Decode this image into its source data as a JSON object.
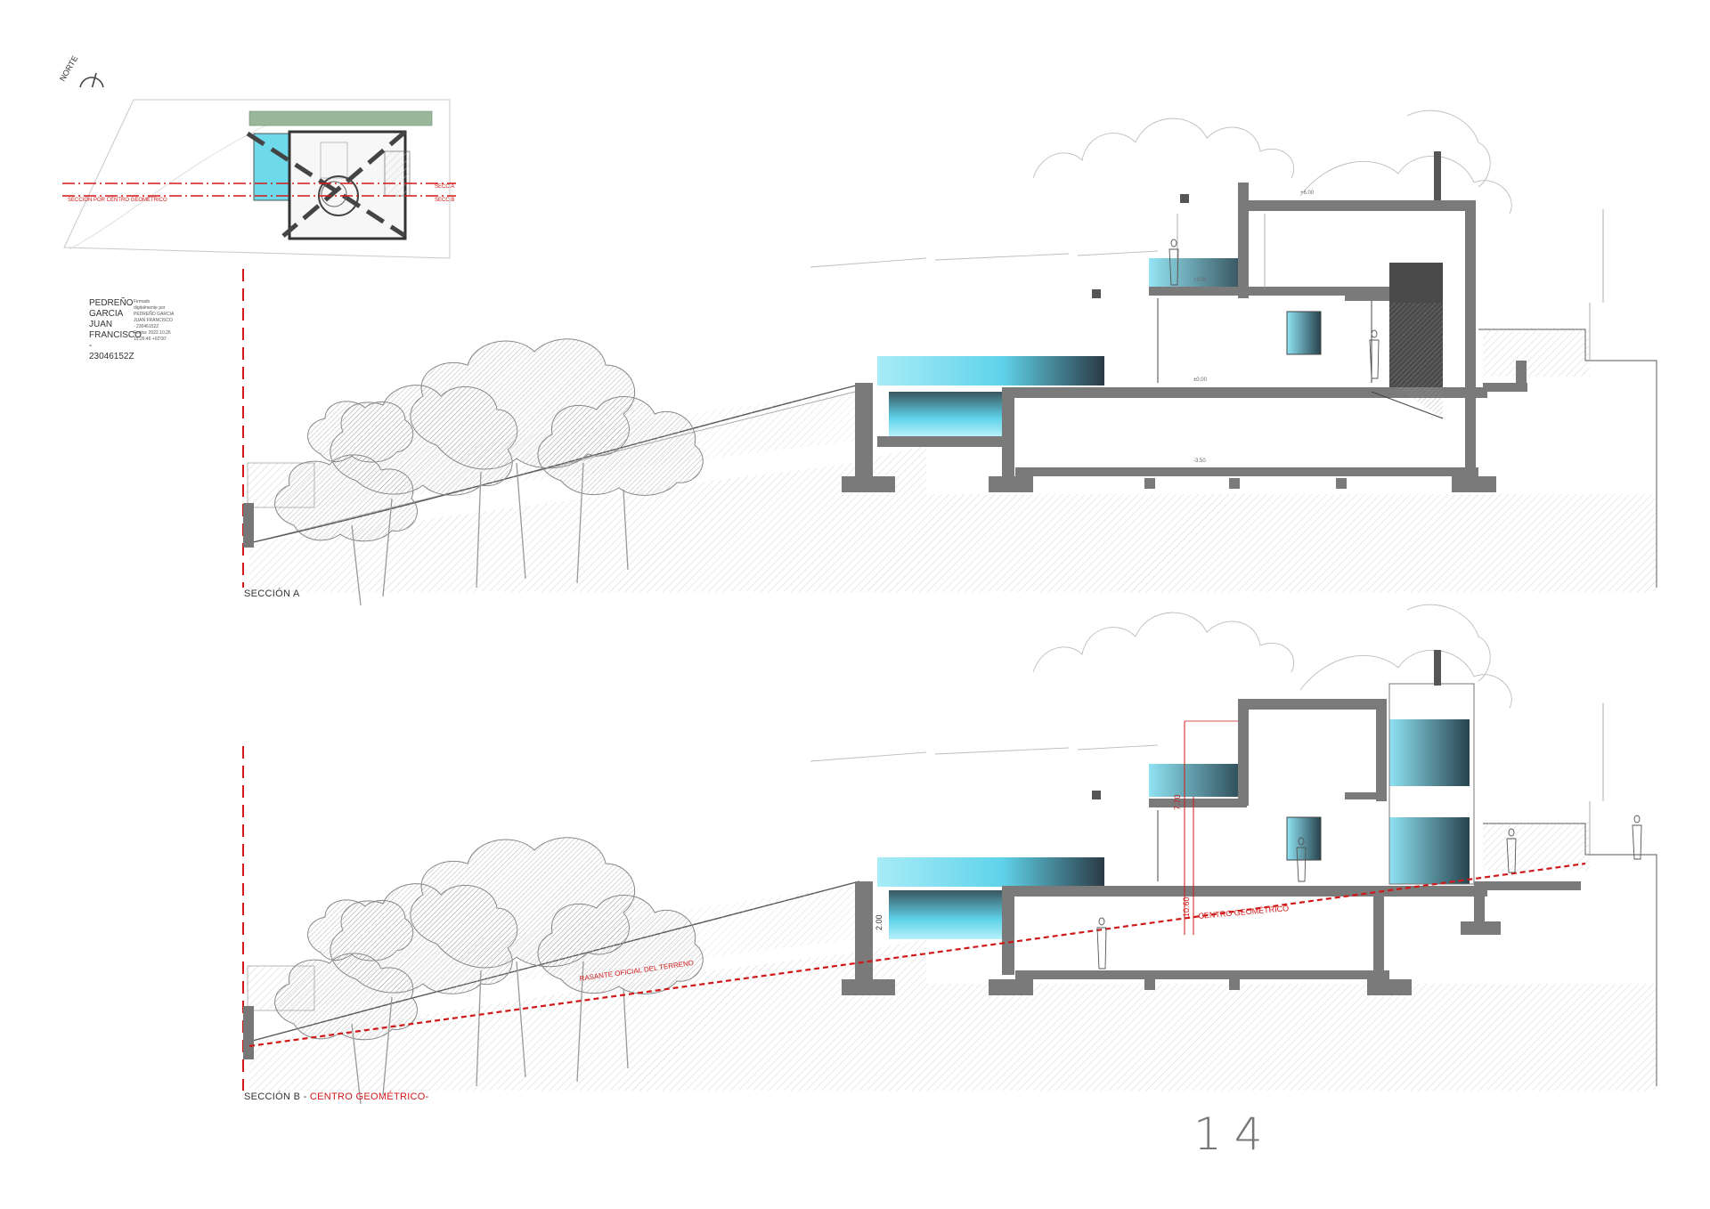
{
  "sheet": {
    "page_number": "14",
    "north_label": "NORTE",
    "key_plan": {
      "cut_label_1": "SECCIÓN POR CENTRO GEOMÉTRICO",
      "cut_label_2": "SECC.A",
      "cut_label_3": "SECC.B"
    },
    "signature": {
      "name_lines": [
        "PEDREÑO",
        "GARCIA",
        "JUAN",
        "FRANCISCO",
        "- 23046152Z"
      ],
      "stamp_lines": [
        "Firmado",
        "digitalmente por",
        "PEDREÑO GARCIA",
        "JUAN FRANCISCO",
        "- 23046152Z",
        "Fecha: 2022.10.26",
        "15:26:46 +02'00'"
      ]
    },
    "section_a": {
      "title": "SECCIÓN A",
      "levels": [
        "±0.00",
        "-3.50",
        "+3.00",
        "+6.00"
      ]
    },
    "section_b": {
      "title_prefix": "SECCIÓN B -",
      "title_highlight": "CENTRO GEOMÉTRICO-",
      "terrain_label": "RASANTE OFICIAL DEL TERRENO",
      "center_label": "CENTRO GEOMÉTRICO",
      "dim_pool": "2.00",
      "dim_height_1": "7.70",
      "dim_height_2": "10.60"
    },
    "colors": {
      "section_line": "#d01818",
      "pool_water": "#5fd3ea",
      "concrete": "#7a7a7a"
    }
  }
}
